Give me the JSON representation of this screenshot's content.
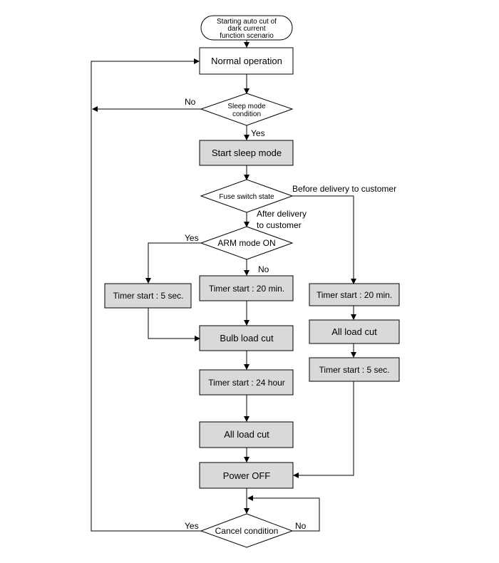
{
  "flowchart": {
    "start": {
      "lines": [
        "Starting auto cut of",
        "dark current",
        "function scenario"
      ]
    },
    "normal_operation": "Normal operation",
    "sleep_condition": {
      "lines": [
        "Sleep mode",
        "condition"
      ]
    },
    "start_sleep": "Start sleep mode",
    "fuse_switch": "Fuse switch state",
    "arm_mode": "ARM mode ON",
    "timer_5_left": "Timer start : 5 sec.",
    "timer_20_center": "Timer start : 20 min.",
    "bulb_cut": "Bulb load cut",
    "timer_24": "Timer start : 24 hour",
    "all_load_cut_center": "All load cut",
    "power_off": "Power OFF",
    "cancel_condition": "Cancel condition",
    "timer_20_right": "Timer start : 20 min.",
    "all_load_cut_right": "All load cut",
    "timer_5_right": "Timer start : 5 sec.",
    "labels": {
      "no_sleep": "No",
      "yes_sleep": "Yes",
      "before_delivery": "Before delivery to customer",
      "after_delivery": [
        "After delivery",
        "to customer"
      ],
      "yes_arm": "Yes",
      "no_arm": "No",
      "yes_cancel": "Yes",
      "no_cancel": "No"
    }
  }
}
